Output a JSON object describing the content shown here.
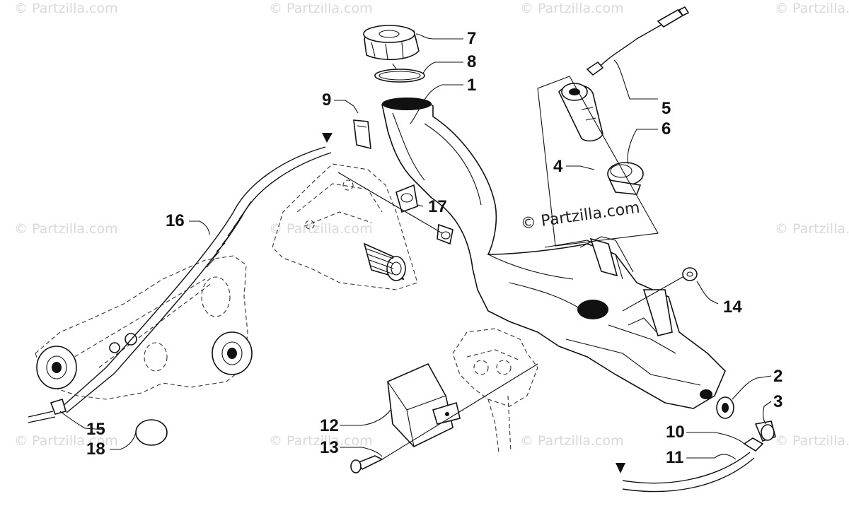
{
  "watermark": {
    "text": "© Partzilla.com",
    "center_text": "© Partzilla.com"
  },
  "callouts": [
    "1",
    "2",
    "3",
    "4",
    "5",
    "6",
    "7",
    "8",
    "9",
    "10",
    "11",
    "12",
    "13",
    "14",
    "15",
    "16",
    "17",
    "18"
  ]
}
